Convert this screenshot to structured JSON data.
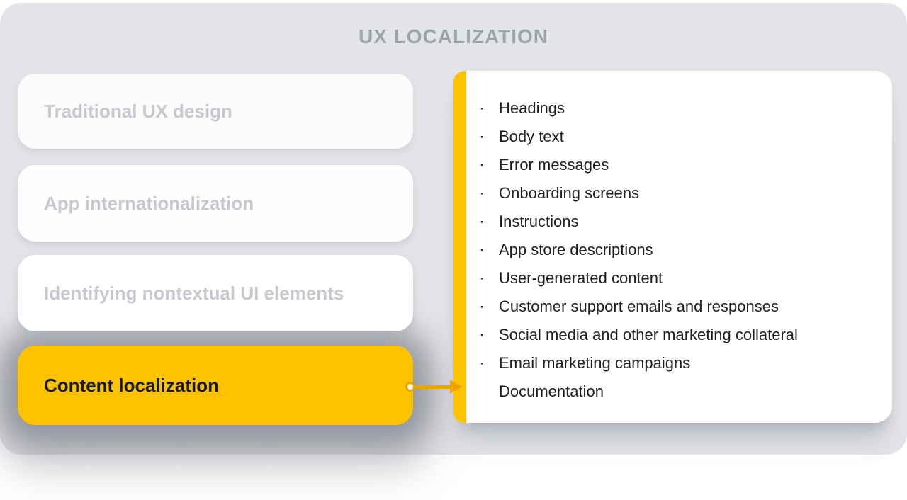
{
  "title": "UX LOCALIZATION",
  "colors": {
    "background": "#e3e4e8",
    "accent_yellow": "#fdc300",
    "arrow_amber": "#eda200",
    "title_gray": "#9ea2aa",
    "inactive_text": "#c7c9cf",
    "active_text": "#1a1a1a",
    "list_text": "#1f1f1f",
    "panel_bg": "#ffffff"
  },
  "steps": [
    {
      "label": "Traditional UX design",
      "state": "inactive"
    },
    {
      "label": "App internationalization",
      "state": "inactive"
    },
    {
      "label": "Identifying nontextual UI elements",
      "state": "inactive"
    },
    {
      "label": "Content localization",
      "state": "active"
    }
  ],
  "panel": {
    "items": [
      {
        "bullet": "·",
        "text": "Headings"
      },
      {
        "bullet": "·",
        "text": "Body text"
      },
      {
        "bullet": "·",
        "text": "Error messages"
      },
      {
        "bullet": "·",
        "text": "Onboarding screens"
      },
      {
        "bullet": "·",
        "text": "Instructions"
      },
      {
        "bullet": "·",
        "text": "App store descriptions"
      },
      {
        "bullet": "·",
        "text": "User-generated content"
      },
      {
        "bullet": "·",
        "text": "Customer support emails and responses"
      },
      {
        "bullet": "·",
        "text": "Social media and other marketing collateral"
      },
      {
        "bullet": "·",
        "text": "Email marketing campaigns"
      },
      {
        "bullet": "",
        "text": "Documentation"
      }
    ]
  }
}
